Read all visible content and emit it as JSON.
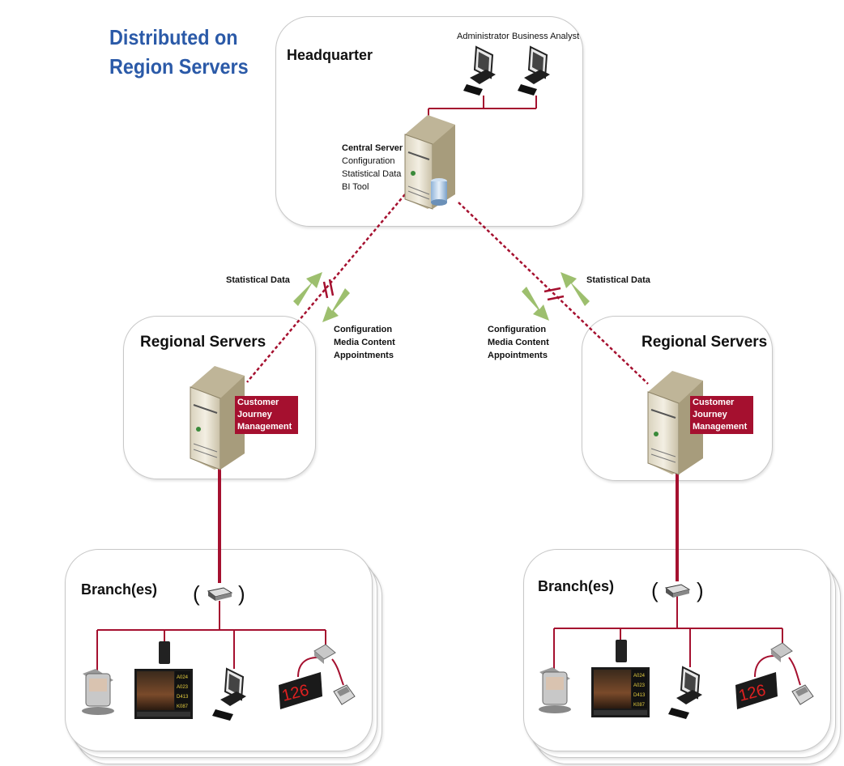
{
  "title_line1": "Distributed on",
  "title_line2": "Region Servers",
  "headquarter": {
    "title": "Headquarter",
    "administrator": "Administrator",
    "business_analyst": "Business Analyst",
    "server_title": "Central Server",
    "server_lines": [
      "Configuration",
      "Statistical Data",
      "BI Tool"
    ]
  },
  "links": {
    "left_up": "Statistical Data",
    "left_down": [
      "Configuration",
      "Media Content",
      "Appointments"
    ],
    "right_up": "Statistical Data",
    "right_down": [
      "Configuration",
      "Media Content",
      "Appointments"
    ]
  },
  "regional_left": {
    "title": "Regional Servers",
    "badge": [
      "Customer",
      "Journey",
      "Management"
    ]
  },
  "regional_right": {
    "title": "Regional Servers",
    "badge": [
      "Customer",
      "Journey",
      "Management"
    ]
  },
  "branch_left": {
    "title": "Branch(es)",
    "display_number": "126",
    "screen_rows": [
      "A024",
      "A023",
      "D413",
      "K087"
    ]
  },
  "branch_right": {
    "title": "Branch(es)",
    "display_number": "126",
    "screen_rows": [
      "A024",
      "A023",
      "D413",
      "K087"
    ]
  },
  "colors": {
    "link": "#a5102f",
    "title": "#2b5aa8",
    "arrow": "#9dbf6e"
  }
}
